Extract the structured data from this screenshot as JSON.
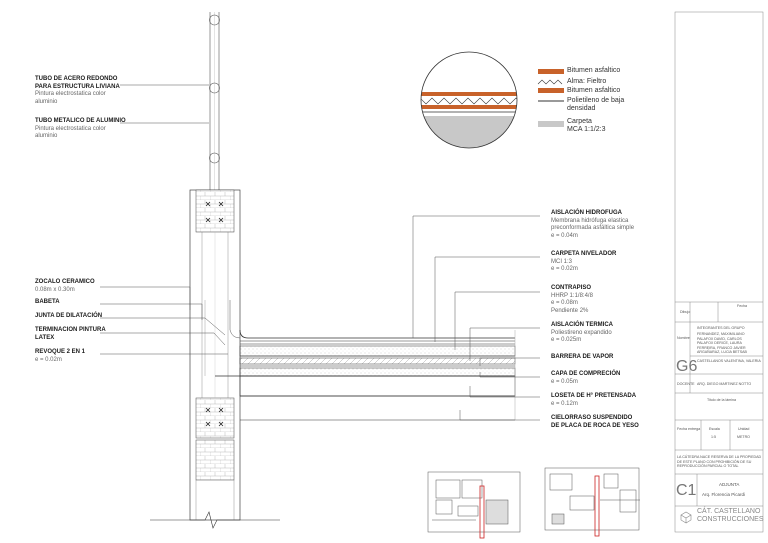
{
  "labels_left": [
    {
      "id": "tubo-acero",
      "title": [
        "TUBO DE ACERO REDONDO",
        "PARA ESTRUCTURA LIVIANA"
      ],
      "desc": [
        "Pintura electrostatica color",
        "aluminio"
      ]
    },
    {
      "id": "tubo-metalico",
      "title": [
        "TUBO METALICO DE ALUMINIO"
      ],
      "desc": [
        "Pintura electrostatica color",
        "aluminio"
      ]
    },
    {
      "id": "zocalo",
      "title": [
        "ZOCALO CERAMICO"
      ],
      "desc": [
        "0.08m x 0.30m"
      ]
    },
    {
      "id": "babeta",
      "title": [
        "BABETA"
      ],
      "desc": []
    },
    {
      "id": "junta",
      "title": [
        "JUNTA DE DILATACIÓN"
      ],
      "desc": []
    },
    {
      "id": "terminacion",
      "title": [
        "TERMINACION  PINTURA",
        "LATEX"
      ],
      "desc": []
    },
    {
      "id": "revoque",
      "title": [
        "REVOQUE 2 EN 1"
      ],
      "desc": [
        "e = 0.02m"
      ]
    }
  ],
  "labels_right": [
    {
      "id": "aislacion-hidrofuga",
      "title": [
        "AISLACIÓN HIDROFUGA"
      ],
      "desc": [
        "Membrana hidrófuga elastica",
        "preconformada asfáltica simple",
        "e = 0.04m"
      ]
    },
    {
      "id": "carpeta-nivelador",
      "title": [
        "CARPETA NIVELADOR"
      ],
      "desc": [
        "MCI 1:3",
        "e = 0.02m"
      ]
    },
    {
      "id": "contrapiso",
      "title": [
        "CONTRAPISO"
      ],
      "desc": [
        "HHRP 1:1/8:4/8",
        "e = 0.08m",
        "Pendiente 2%"
      ]
    },
    {
      "id": "aislacion-termica",
      "title": [
        "AISLACIÓN TERMICA"
      ],
      "desc": [
        "Poliestireno expandido",
        "e = 0.025m"
      ]
    },
    {
      "id": "barrera-vapor",
      "title": [
        "BARRERA DE VAPOR"
      ],
      "desc": []
    },
    {
      "id": "capa-compresion",
      "title": [
        "CAPA DE COMPRECIÓN"
      ],
      "desc": [
        "e = 0.05m"
      ]
    },
    {
      "id": "loseta",
      "title": [
        "LOSETA DE H° PRETENSADA"
      ],
      "desc": [
        "e = 0.12m"
      ]
    },
    {
      "id": "cielorraso",
      "title": [
        "CIELORRASO SUSPENDIDO",
        "DE PLACA DE ROCA DE YESO"
      ],
      "desc": []
    }
  ],
  "legend": [
    {
      "id": "bitumen-1",
      "text": [
        "Bitumen asfaltico"
      ],
      "swatch": "bitumen"
    },
    {
      "id": "alma",
      "text": [
        "Alma: Fieltro"
      ],
      "swatch": "zigzag"
    },
    {
      "id": "bitumen-2",
      "text": [
        "Bitumen asfaltico"
      ],
      "swatch": "bitumen"
    },
    {
      "id": "polietileno",
      "text": [
        "Polietileno de baja",
        "densidad"
      ],
      "swatch": "line"
    },
    {
      "id": "carpeta",
      "text": [
        "Carpeta",
        "MCA 1:1/2:3"
      ],
      "swatch": "gray"
    }
  ],
  "colors": {
    "bitumen": "#c8622a",
    "carpeta": "#c8c8c8",
    "line": "#333333",
    "accent": "#cc2222"
  },
  "title_block": {
    "dibujo": "Dibujo",
    "fecha": "Fecha",
    "nombre": "Nombre",
    "integrantes_label": "INTEGRANTES DEL GRUPO",
    "integrantes": [
      "FERNANDEZ, MAXIMILIANO",
      "PALAFOX DAVID, CARLOS",
      "PALAFOX DERICE, LAURA",
      "FERREIRA, FRANCO JAVIER",
      "ARGAÑARAZ, LUCIA BETSAB",
      "CASTELLANOS VALENTINA, VALERIA"
    ],
    "grupo": "G6",
    "docente": "DOCENTE",
    "docente_val": "ARQ. DIEGO MARTINEZ NOTTO",
    "titulo_lamina": "Titulo de la lámina",
    "fecha_entrega": "Fecha entrega",
    "escala": "Escala",
    "escala_val": "1:5",
    "unidad": "Unidad",
    "unidad_val": "METRO",
    "disclaimer": [
      "LA CÁTEDRA NACE RESERVA DE LA PROPIEDAD",
      "DE ESTE PLANO CON PROHIBICIÓN DE SU",
      "REPRODUCCIÓN PARCIAL O TOTAL"
    ],
    "sheet": "C1",
    "adjunta": "ADJUNTA",
    "arq": "Arq. Florencia Picardi",
    "catedra": "CÁT. CASTELLANO",
    "construcciones": "CONSTRUCCIONES"
  }
}
